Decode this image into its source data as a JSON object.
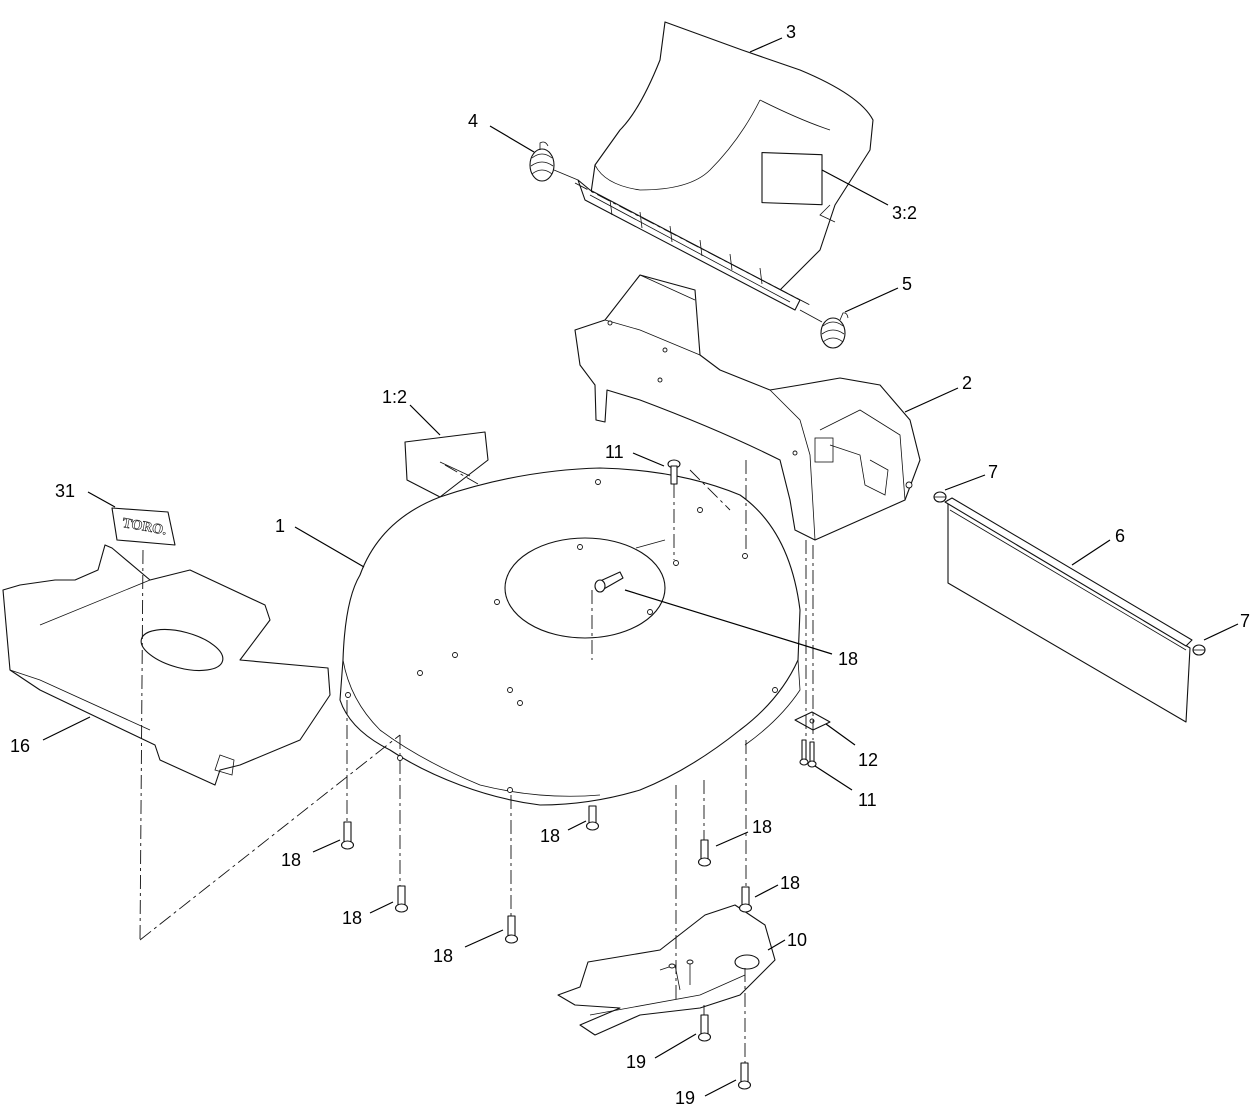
{
  "diagram": {
    "logo_text": "TORO.",
    "callouts": [
      {
        "id": "c3",
        "label": "3"
      },
      {
        "id": "c4",
        "label": "4"
      },
      {
        "id": "c3-2",
        "label": "3:2"
      },
      {
        "id": "c5",
        "label": "5"
      },
      {
        "id": "c2",
        "label": "2"
      },
      {
        "id": "c1-2",
        "label": "1:2"
      },
      {
        "id": "c11a",
        "label": "11"
      },
      {
        "id": "c7a",
        "label": "7"
      },
      {
        "id": "c31",
        "label": "31"
      },
      {
        "id": "c1",
        "label": "1"
      },
      {
        "id": "c6",
        "label": "6"
      },
      {
        "id": "c7b",
        "label": "7"
      },
      {
        "id": "c18a",
        "label": "18"
      },
      {
        "id": "c16",
        "label": "16"
      },
      {
        "id": "c12",
        "label": "12"
      },
      {
        "id": "c11b",
        "label": "11"
      },
      {
        "id": "c18b",
        "label": "18"
      },
      {
        "id": "c18c",
        "label": "18"
      },
      {
        "id": "c18d",
        "label": "18"
      },
      {
        "id": "c18e",
        "label": "18"
      },
      {
        "id": "c18f",
        "label": "18"
      },
      {
        "id": "c18g",
        "label": "18"
      },
      {
        "id": "c10",
        "label": "10"
      },
      {
        "id": "c19a",
        "label": "19"
      },
      {
        "id": "c19b",
        "label": "19"
      }
    ]
  }
}
